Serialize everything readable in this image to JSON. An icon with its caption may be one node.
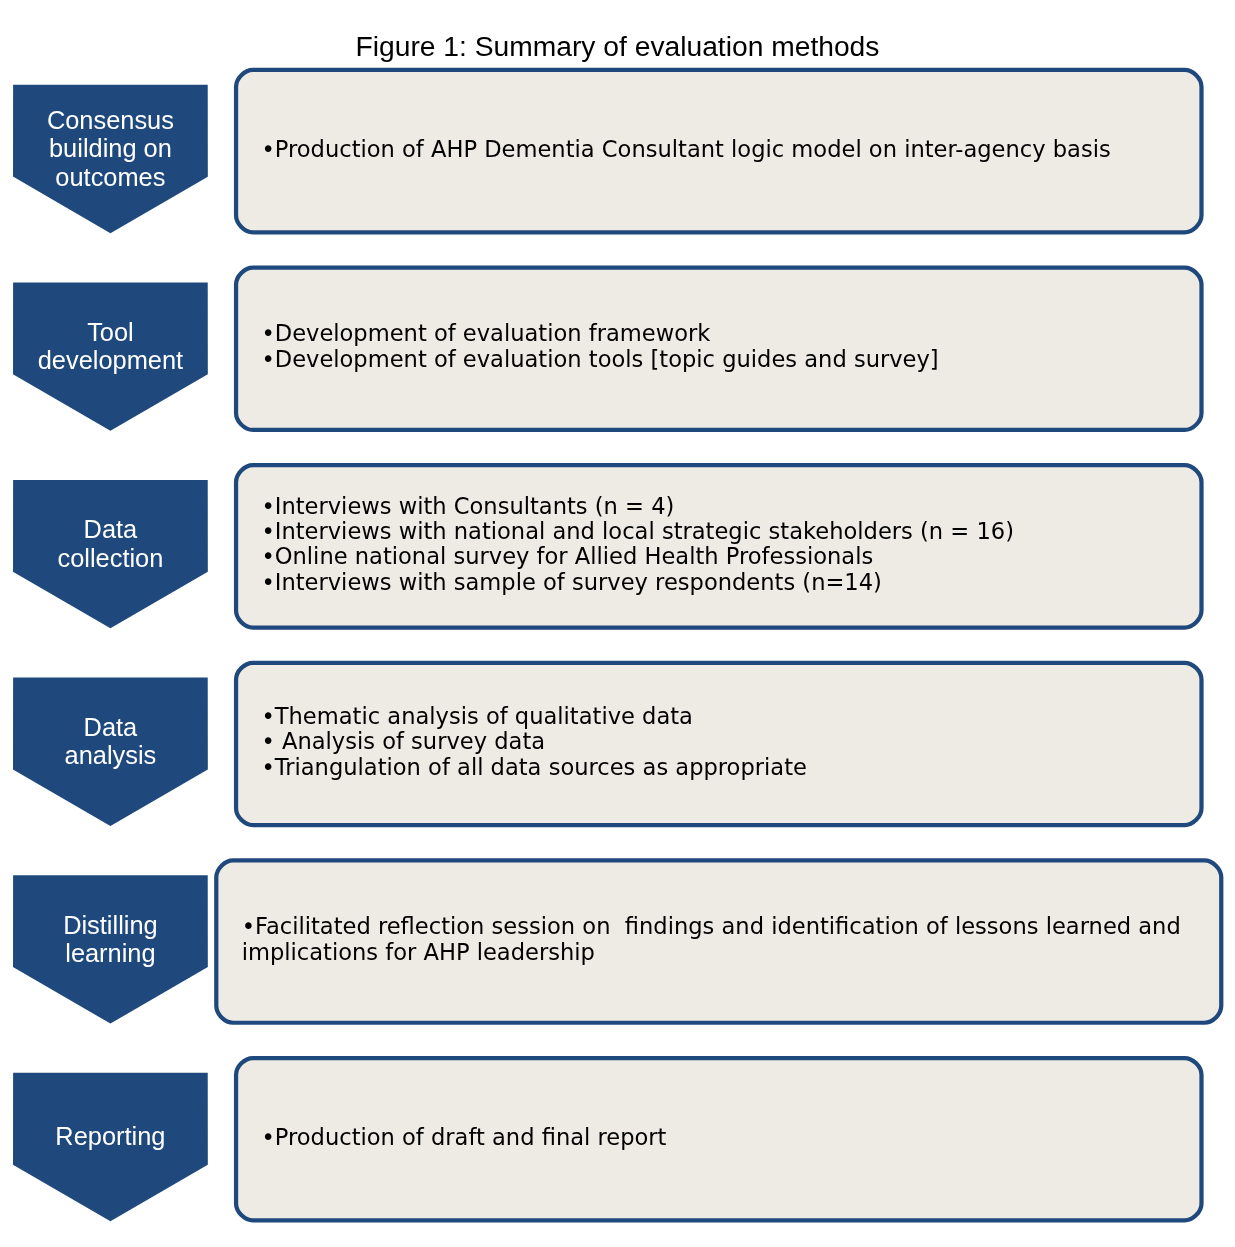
{
  "diagram": {
    "title": "Figure 1: Summary of evaluation methods",
    "nodes": [
      {
        "text": [
          "Consensus building on outcomes"
        ]
      },
      {
        "text": [
          "•Production of AHP Dementia Consultant logic model on inter-agency basis"
        ]
      },
      {
        "text": [
          "Tool development"
        ]
      },
      {
        "text": [
          "•Development of evaluation framework",
          "•Development of evaluation tools [topic guides and survey]"
        ]
      },
      {
        "text": [
          "Data collection"
        ]
      },
      {
        "text": [
          "•Interviews with Consultants (n = 4)",
          "•Interviews with national and local strategic stakeholders (n = 16)",
          "•Online national survey for Allied Health Professionals",
          "•Interviews with sample of survey respondents (n=14)"
        ]
      },
      {
        "text": [
          "Data analysis"
        ]
      },
      {
        "text": [
          "•Thematic analysis of qualitative data",
          "• Analysis of survey data",
          "•Triangulation of all data sources as appropriate"
        ]
      },
      {
        "text": [
          "Distilling learning"
        ]
      },
      {
        "text": [
          "•Facilitated reflection session on  findings and identification of lessons learned and implications for AHP leadership"
        ]
      },
      {
        "text": [
          "Reporting"
        ]
      },
      {
        "text": [
          "•Production of draft and final report"
        ]
      }
    ]
  }
}
